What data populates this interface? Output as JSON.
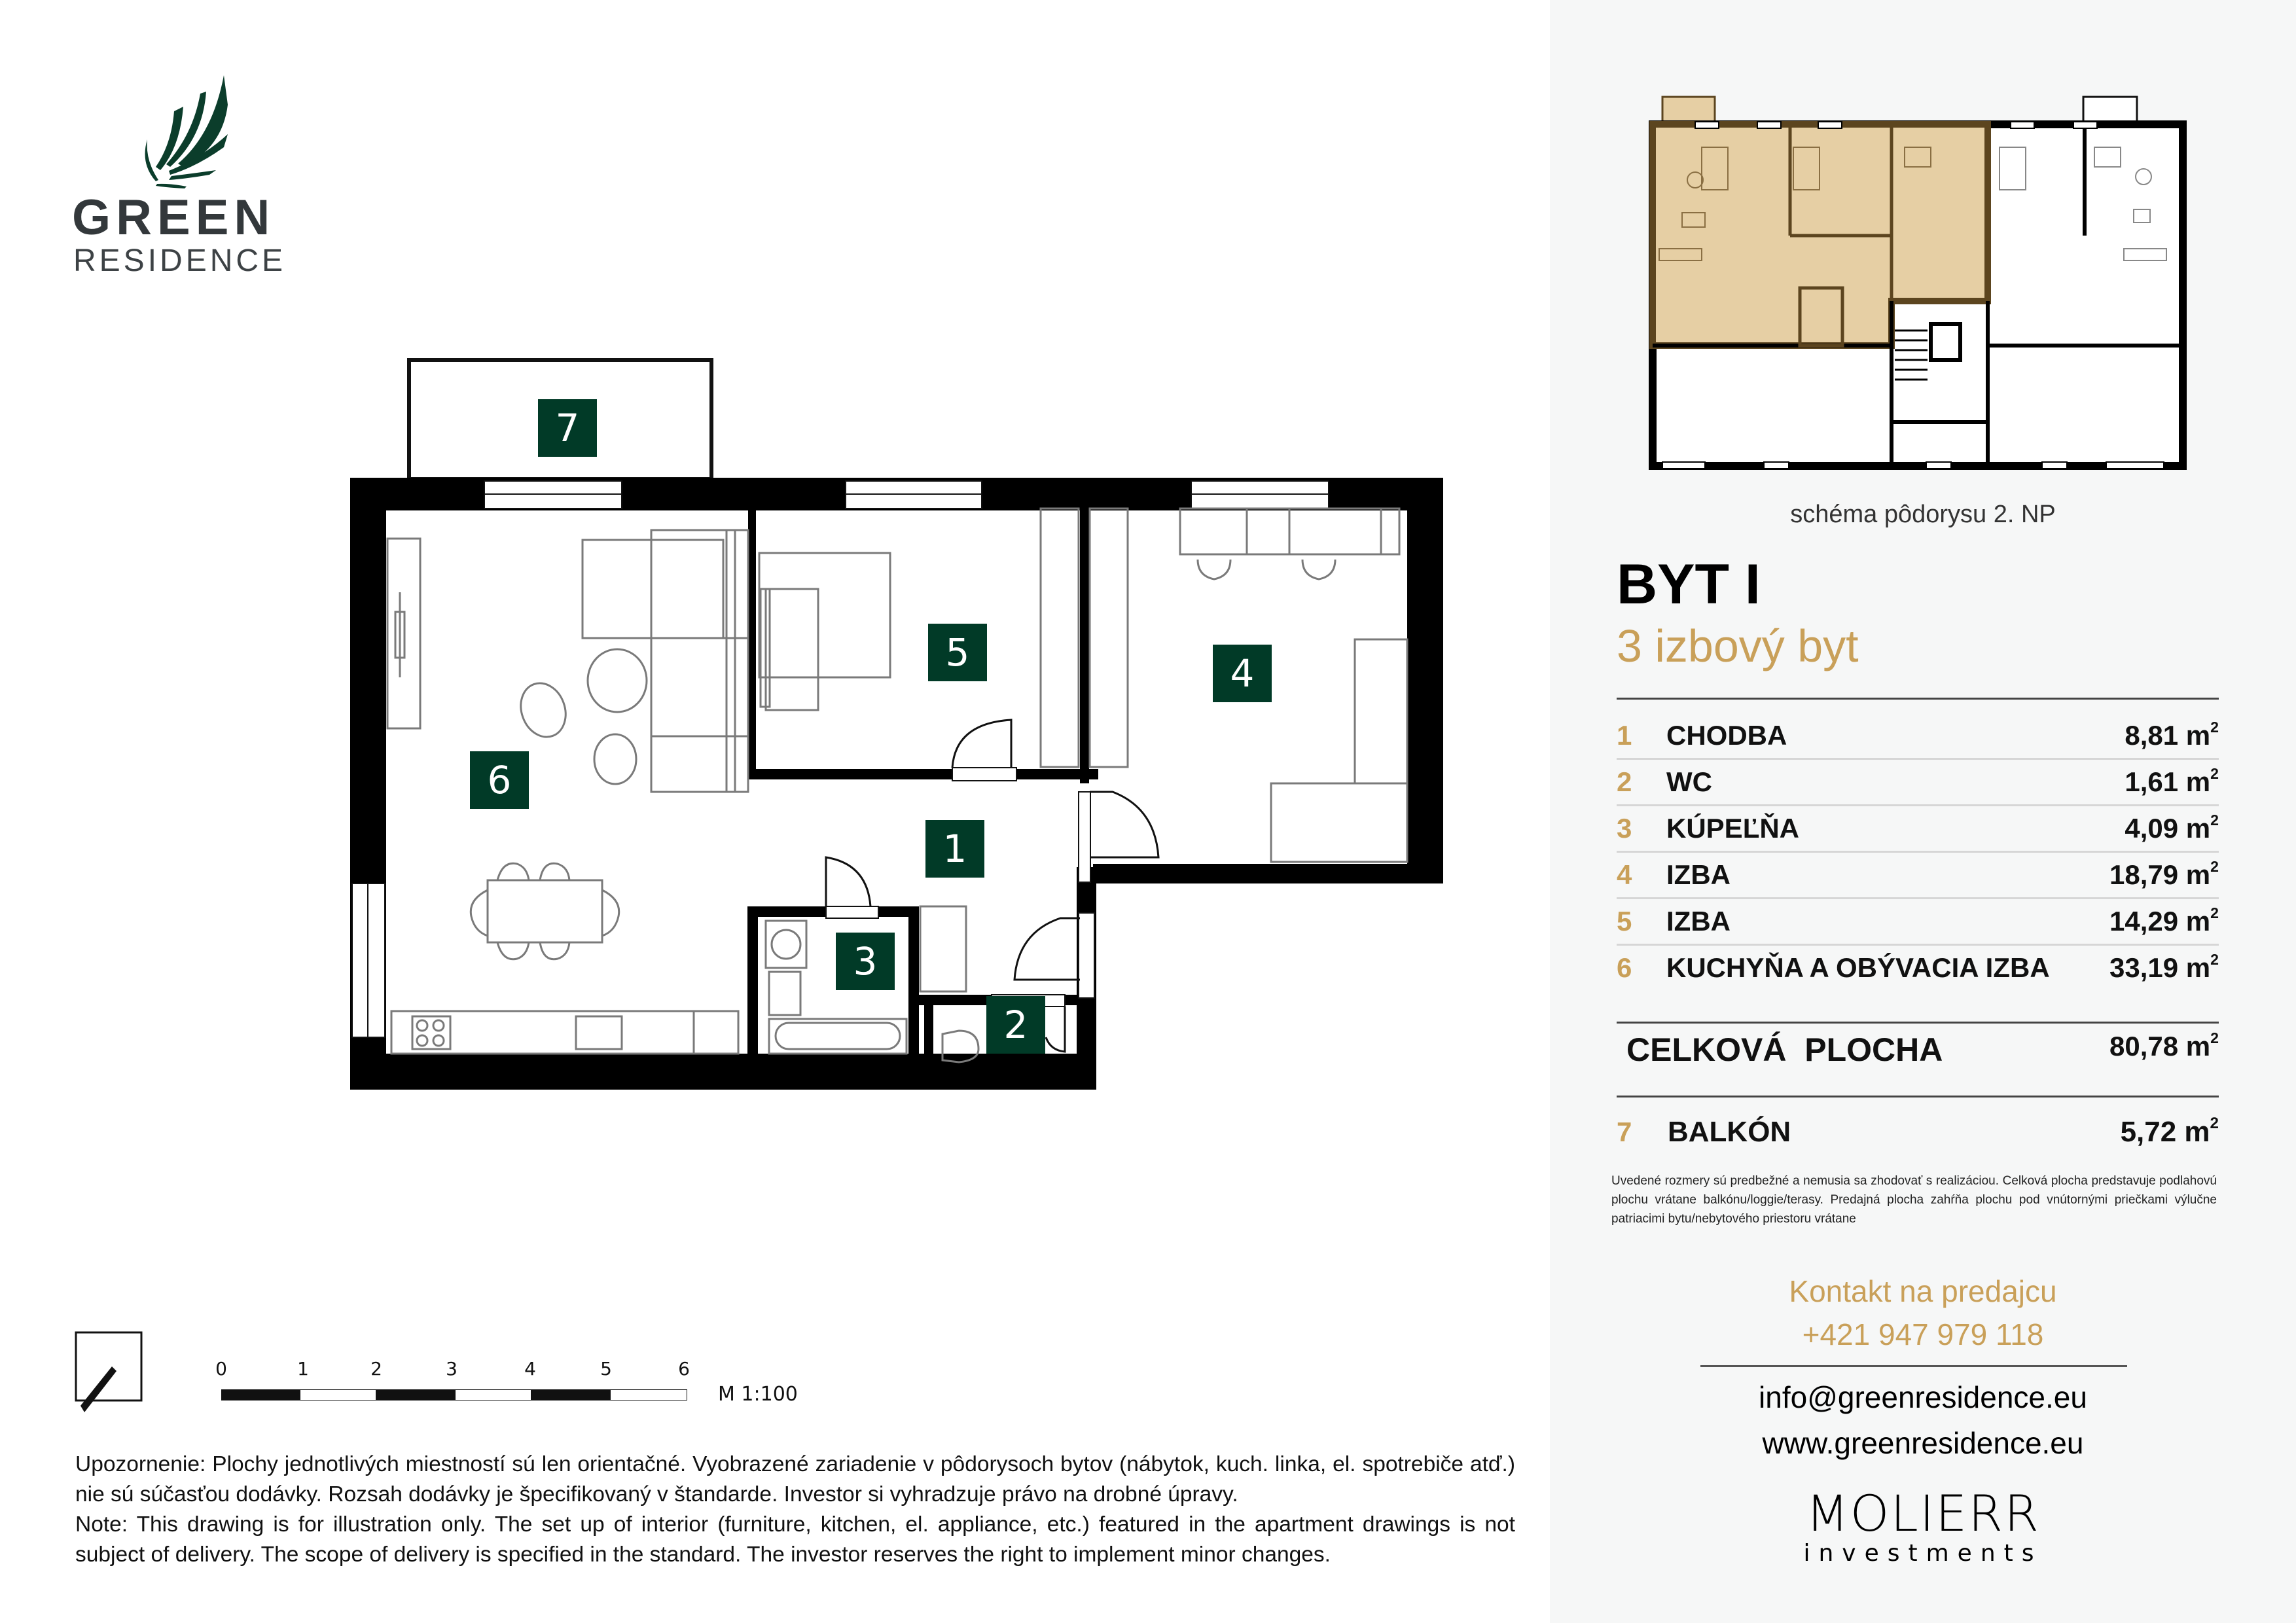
{
  "brand": {
    "logo_line1": "GREEN",
    "logo_line2": "RESIDENCE",
    "accent_green": "#013a27",
    "accent_gold": "#c9a059"
  },
  "floor_plan": {
    "room_tags": [
      {
        "id": "1",
        "label": "1"
      },
      {
        "id": "2",
        "label": "2"
      },
      {
        "id": "3",
        "label": "3"
      },
      {
        "id": "4",
        "label": "4"
      },
      {
        "id": "5",
        "label": "5"
      },
      {
        "id": "6",
        "label": "6"
      },
      {
        "id": "7",
        "label": "7"
      }
    ]
  },
  "scale": {
    "ticks": [
      "0",
      "1",
      "2",
      "3",
      "4",
      "5",
      "6"
    ],
    "label": "M 1:100"
  },
  "disclaimer": {
    "sk": "Upozornenie: Plochy jednotlivých miestností sú len orientačné. Vyobrazené zariadenie v pôdorysoch bytov (nábytok, kuch. linka, el. spotrebiče atď.) nie sú súčasťou dodávky. Rozsah dodávky je špecifikovaný v štandarde. Investor si vyhradzuje právo na drobné úpravy.",
    "en": "Note: This drawing is for illustration only. The set up of interior (furniture, kitchen, el. appliance, etc.) featured in the apartment drawings is not subject of delivery. The scope of delivery is specified in the standard. The investor reserves the right to implement minor changes."
  },
  "schema": {
    "caption": "schéma pôdorysu 2. NP",
    "highlight_color": "#e6cfa4"
  },
  "apartment": {
    "title": "BYT I",
    "subtitle": "3 izbový byt",
    "unit": "m",
    "rooms": [
      {
        "num": "1",
        "name": "CHODBA",
        "area": "8,81 m"
      },
      {
        "num": "2",
        "name": "WC",
        "area": "1,61 m"
      },
      {
        "num": "3",
        "name": "KÚPEĽŇA",
        "area": "4,09 m"
      },
      {
        "num": "4",
        "name": "IZBA",
        "area": "18,79 m"
      },
      {
        "num": "5",
        "name": "IZBA",
        "area": "14,29 m"
      },
      {
        "num": "6",
        "name": "KUCHYŇA A OBÝVACIA IZBA",
        "area": "33,19 m"
      }
    ],
    "total_label": "CELKOVÁ  PLOCHA",
    "total_area": "80,78 m",
    "balcony": {
      "num": "7",
      "name": "BALKÓN",
      "area": "5,72 m"
    },
    "note": "Uvedené rozmery sú predbežné a nemusia sa zhodovať s realizáciou. Celková plocha predstavuje podlahovú plochu vrátane balkónu/loggie/terasy. Predajná plocha zahŕňa plochu pod vnútornými priečkami výlučne patriacimi bytu/nebytového priestoru vrátane"
  },
  "contact": {
    "heading": "Kontakt na predajcu",
    "phone": "+421 947 979 118",
    "email": "info@greenresidence.eu",
    "website": "www.greenresidence.eu"
  },
  "developer": {
    "name": "MOLIERR",
    "tagline": "investments"
  }
}
